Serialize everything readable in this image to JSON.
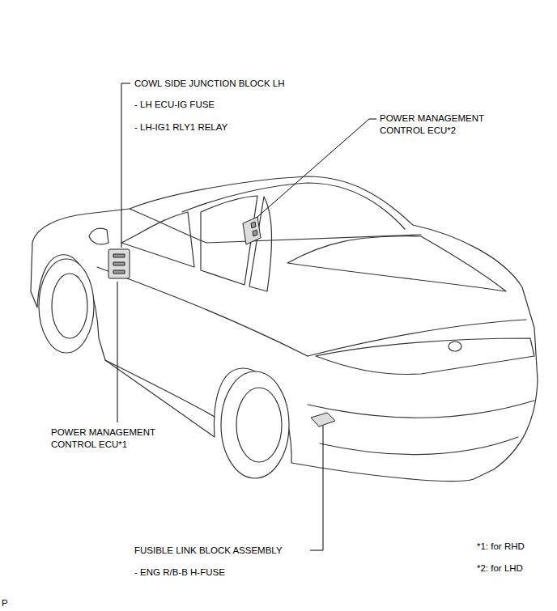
{
  "diagram": {
    "labels": [
      "COWL SIDE JUNCTION BLOCK LH",
      "- LH ECU-IG FUSE",
      "- LH-IG1 RLY1 RELAY",
      "POWER MANAGEMENT CONTROL ECU*2",
      "POWER MANAGEMENT CONTROL ECU*1",
      "FUSIBLE LINK BLOCK ASSEMBLY",
      "- ENG R/B-B H-FUSE",
      "*1: for RHD",
      "*2: for LHD",
      "P"
    ]
  }
}
